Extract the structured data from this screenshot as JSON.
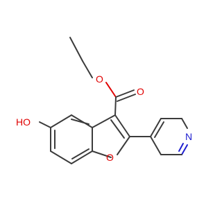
{
  "colors": {
    "bond": "#3b3b3b",
    "oxygen": "#e00000",
    "nitrogen": "#2020d0",
    "background": "#ffffff"
  },
  "atoms": {
    "carbonyl_o": "O",
    "ester_o": "O",
    "hydroxyl": "HO",
    "furan_o": "O",
    "pyridine_n": "N"
  }
}
